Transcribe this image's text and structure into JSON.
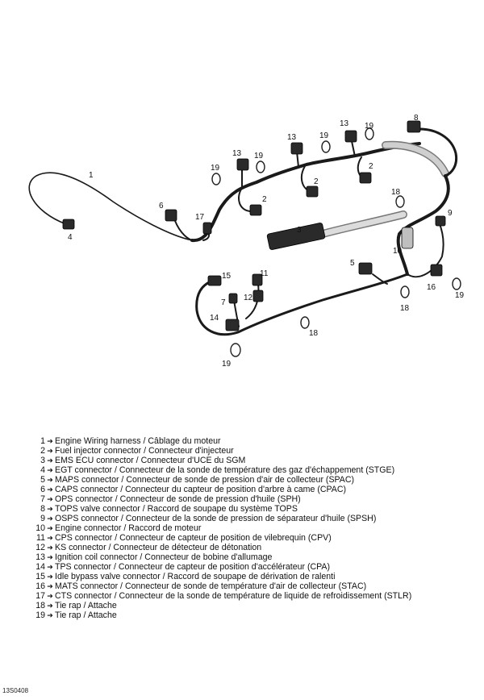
{
  "diagram": {
    "callouts": [
      "1",
      "2",
      "2",
      "2",
      "3",
      "4",
      "5",
      "6",
      "7",
      "8",
      "9",
      "10",
      "11",
      "12",
      "13",
      "13",
      "13",
      "14",
      "15",
      "16",
      "17",
      "18",
      "18",
      "18",
      "19",
      "19",
      "19",
      "19",
      "19",
      "19"
    ]
  },
  "legend": {
    "arrow_glyph": "➔",
    "items": [
      {
        "num": "1",
        "text": "Engine Wiring harness / Câblage du moteur"
      },
      {
        "num": "2",
        "text": "Fuel injector connector / Connecteur d'injecteur"
      },
      {
        "num": "3",
        "text": "EMS ECU connector / Connecteur d'UCE du SGM"
      },
      {
        "num": "4",
        "text": "EGT connector / Connecteur de la sonde de température des gaz d'échappement (STGE)"
      },
      {
        "num": "5",
        "text": "MAPS connector / Connecteur de sonde de pression d'air de collecteur (SPAC)"
      },
      {
        "num": "6",
        "text": "CAPS connector / Connecteur du capteur de position d'arbre à came (CPAC)"
      },
      {
        "num": "7",
        "text": "OPS connector / Connecteur de sonde de pression d'huile (SPH)"
      },
      {
        "num": "8",
        "text": "TOPS valve connector / Raccord de soupape du système TOPS"
      },
      {
        "num": "9",
        "text": "OSPS connector / Connecteur de la sonde de pression de séparateur d'huile (SPSH)"
      },
      {
        "num": "10",
        "text": "Engine connector / Raccord de moteur"
      },
      {
        "num": "11",
        "text": "CPS connector / Connecteur de capteur de position de vilebrequin (CPV)"
      },
      {
        "num": "12",
        "text": "KS connector / Connecteur de détecteur de détonation"
      },
      {
        "num": "13",
        "text": "Ignition coil connector / Connecteur de bobine d'allumage"
      },
      {
        "num": "14",
        "text": "TPS connector / Connecteur de capteur de position d'accélérateur (CPA)"
      },
      {
        "num": "15",
        "text": "Idle bypass valve connector / Raccord de soupape de dérivation de ralenti"
      },
      {
        "num": "16",
        "text": "MATS connector / Connecteur de sonde de température d'air de collecteur (STAC)"
      },
      {
        "num": "17",
        "text": "CTS connector / Connecteur de la sonde de température de liquide de refroidissement (STLR)"
      },
      {
        "num": "18",
        "text": "Tie rap / Attache"
      },
      {
        "num": "19",
        "text": "Tie rap / Attache"
      }
    ]
  },
  "figure_id": "13S0408"
}
